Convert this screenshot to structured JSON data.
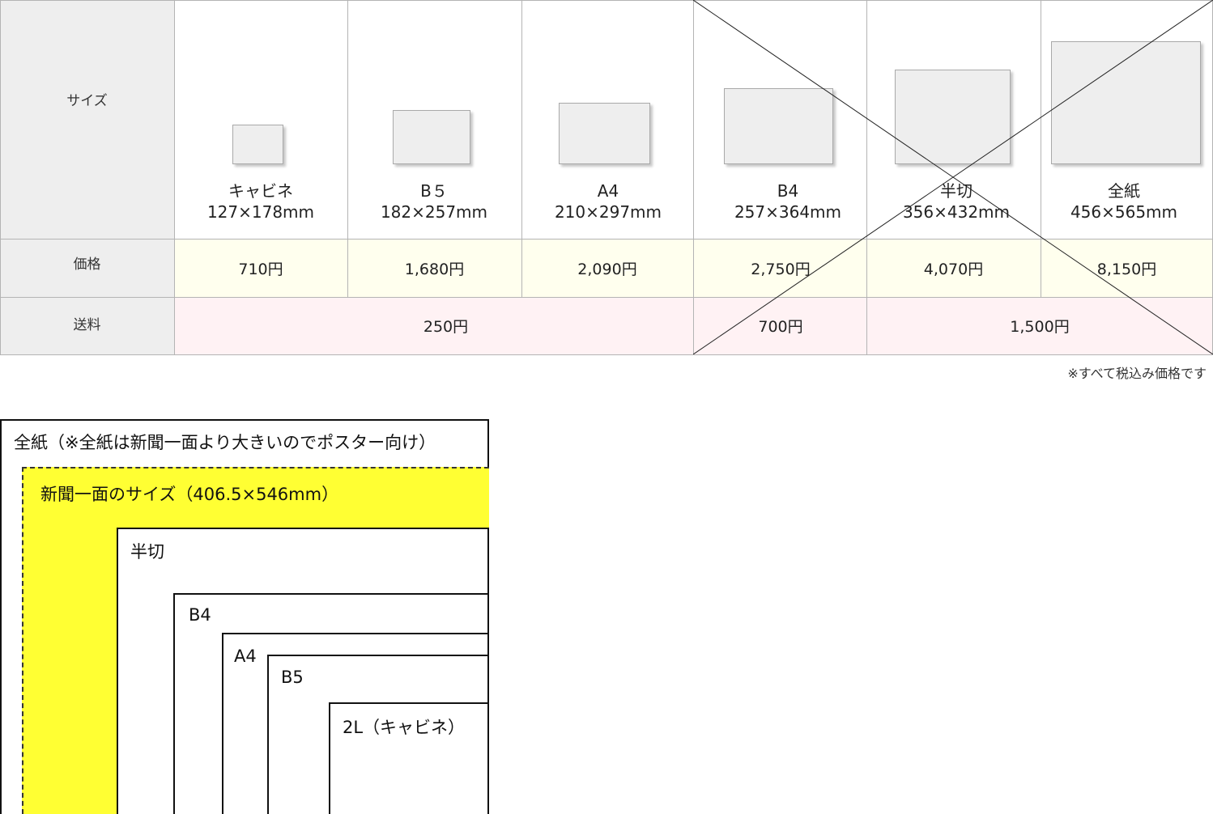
{
  "table": {
    "row_labels": {
      "size": "サイズ",
      "price": "価格",
      "shipping": "送料"
    },
    "columns": [
      {
        "name": "キャビネ",
        "dims": "127×178mm",
        "price": "710円"
      },
      {
        "name": "B５",
        "dims": "182×257mm",
        "price": "1,680円"
      },
      {
        "name": "A4",
        "dims": "210×297mm",
        "price": "2,090円"
      },
      {
        "name": "B4",
        "dims": "257×364mm",
        "price": "2,750円"
      },
      {
        "name": "半切",
        "dims": "356×432mm",
        "price": "4,070円"
      },
      {
        "name": "全紙",
        "dims": "456×565mm",
        "price": "8,150円"
      }
    ],
    "shipping": [
      "250円",
      "700円",
      "1,500円"
    ],
    "note": "※すべて税込み価格です",
    "crossed_out": [
      "B4",
      "半切",
      "全紙"
    ]
  },
  "diagram": {
    "zenshi": "全紙（※全紙は新聞一面より大きいのでポスター向け）",
    "newspaper": "新聞一面のサイズ（406.5×546mm）",
    "hansetsu": "半切",
    "b4": "B4",
    "a4": "A4",
    "b5": "B5",
    "cabinet": "2L（キャビネ）",
    "highlight_color": "#ffff33"
  }
}
